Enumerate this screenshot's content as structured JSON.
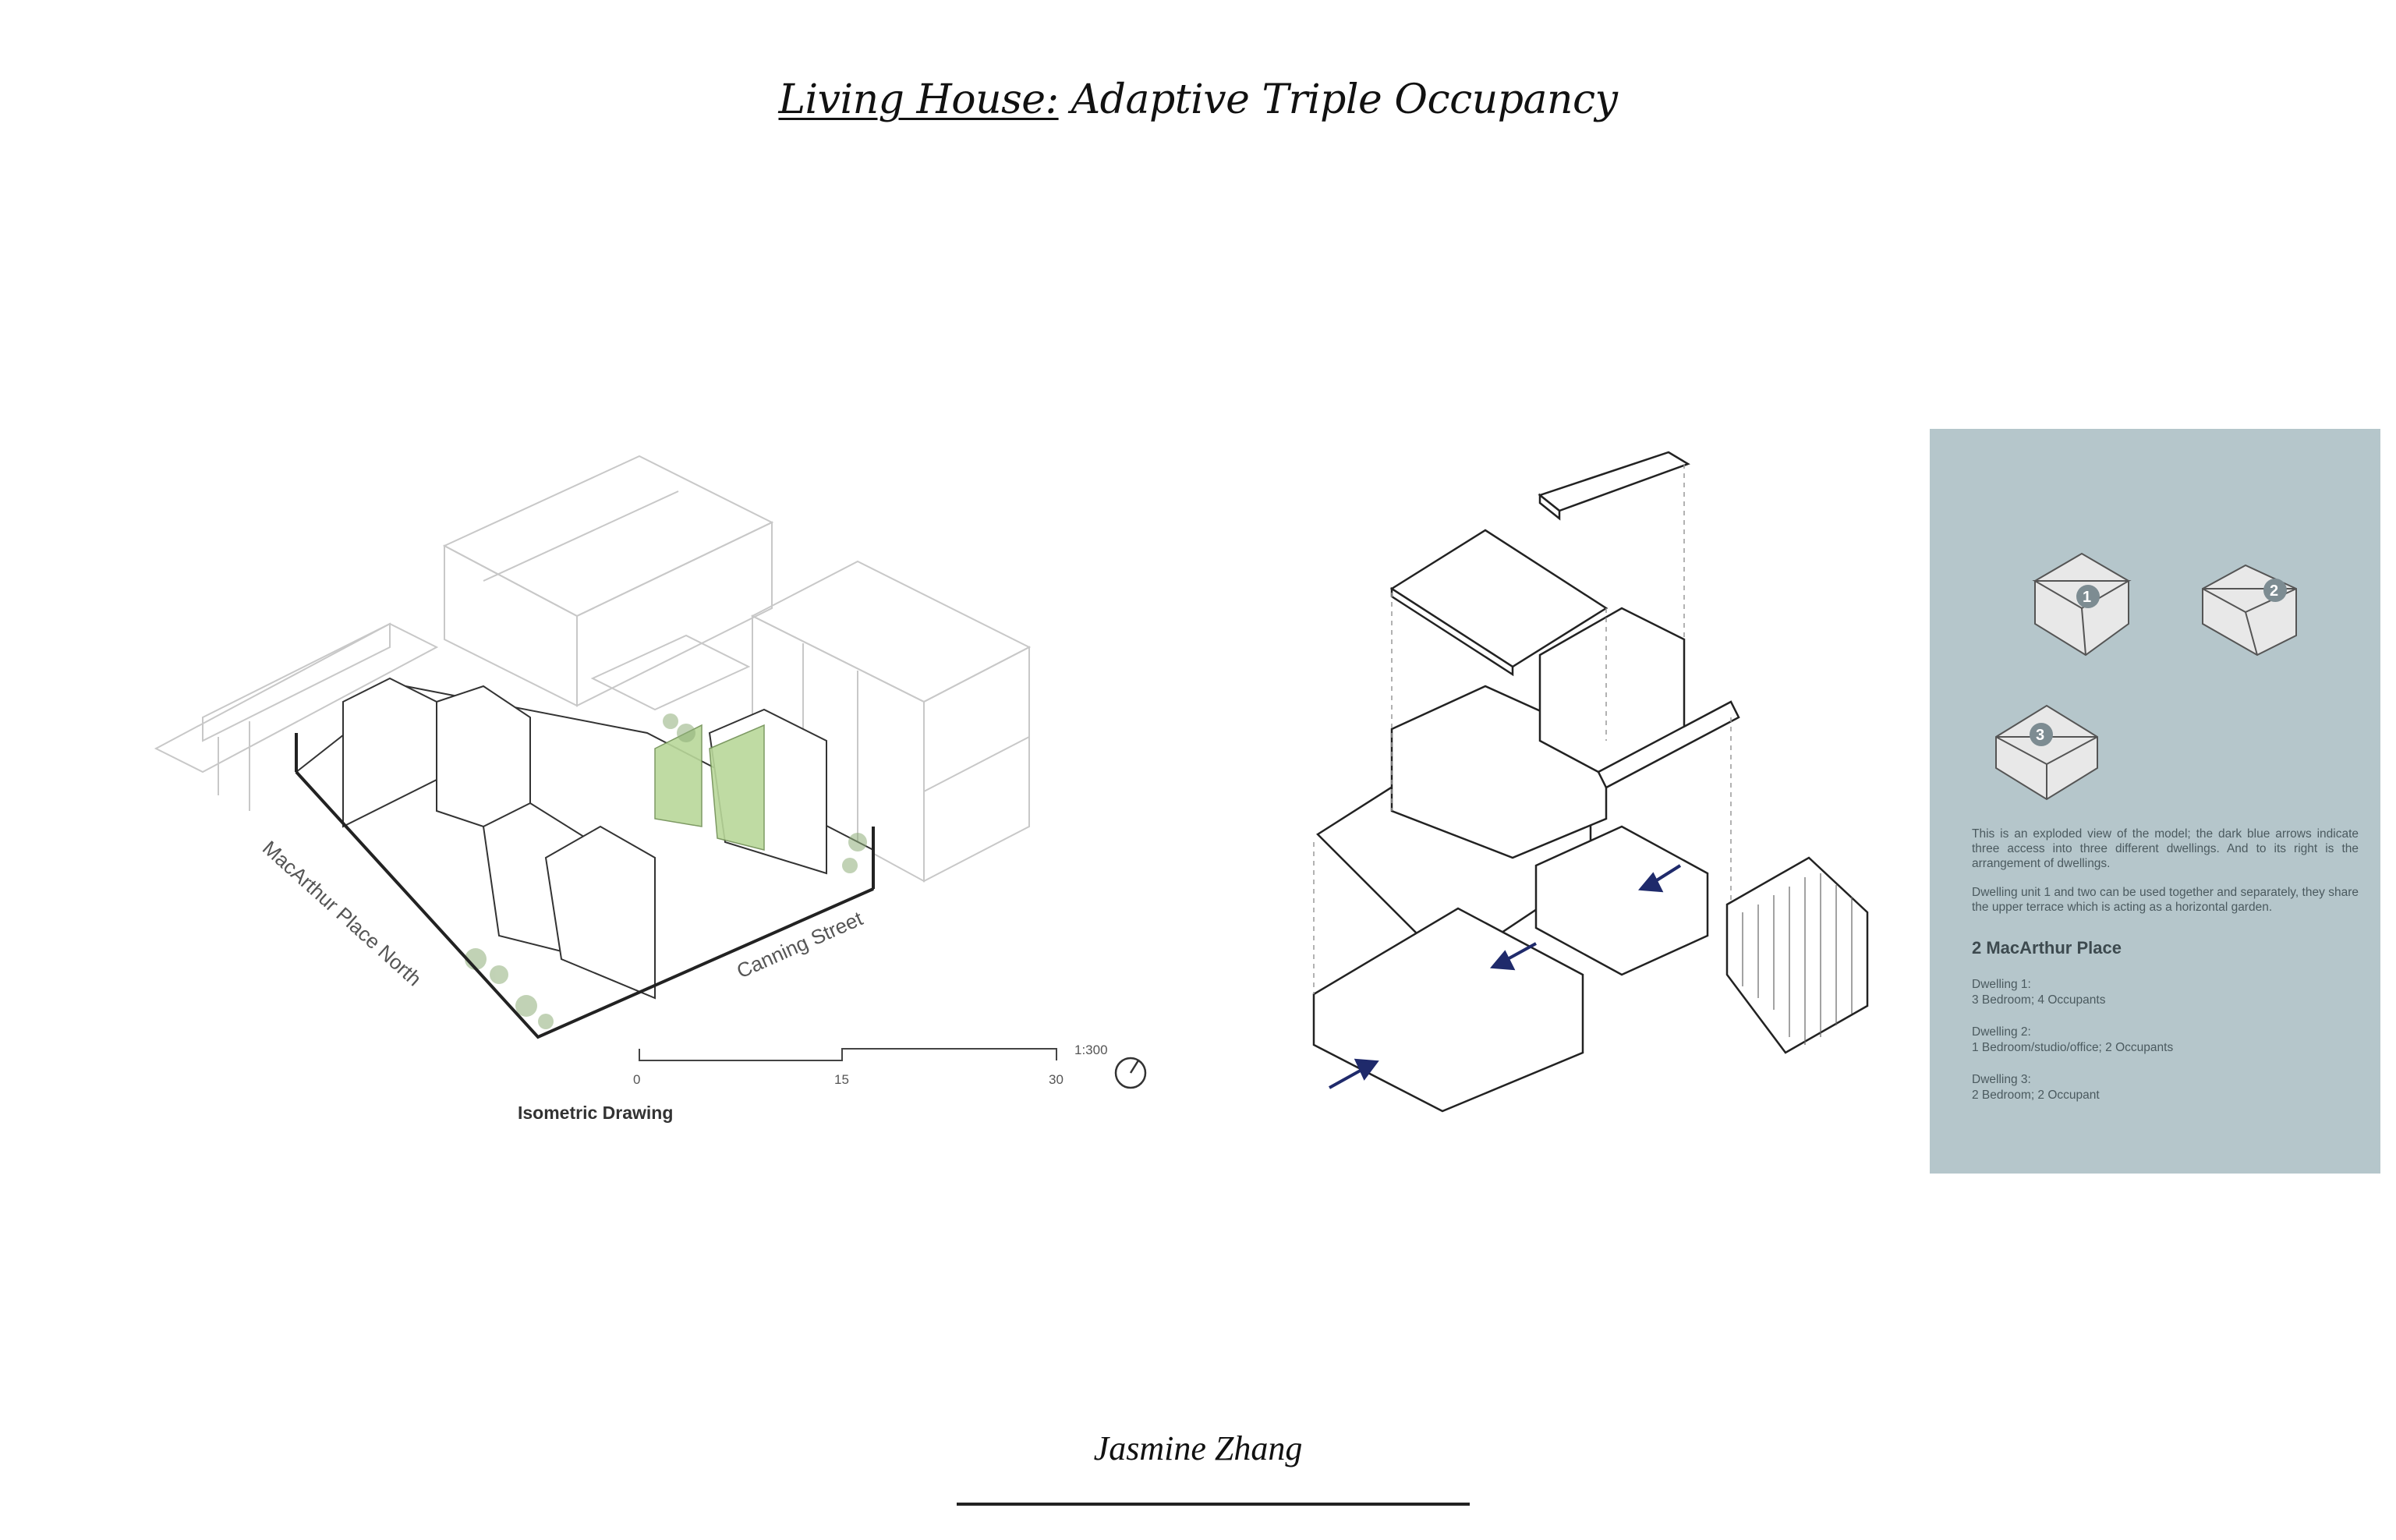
{
  "title": {
    "underlined": "Living House:",
    "rest": " Adaptive Triple Occupancy"
  },
  "author": "Jasmine Zhang",
  "isometric": {
    "caption": "Isometric Drawing",
    "streets": [
      "MacArthur Place North",
      "Canning Street"
    ],
    "scale": {
      "ratio": "1:300",
      "ticks": [
        "0",
        "15",
        "30"
      ]
    }
  },
  "panel": {
    "badges": [
      "1",
      "2",
      "3"
    ],
    "intro": "This is an exploded view of the model; the dark blue arrows indicate three access into three different dwellings. And to its right is the arrangement of dwellings.",
    "note": "Dwelling unit 1 and two can be used together and separately, they share the upper terrace which is acting as a horizontal garden.",
    "heading": "2 MacArthur Place",
    "dwellings": [
      {
        "name": "Dwelling 1:",
        "detail": "3 Bedroom; 4 Occupants"
      },
      {
        "name": "Dwelling 2:",
        "detail": "1 Bedroom/studio/office; 2 Occupants"
      },
      {
        "name": "Dwelling 3:",
        "detail": "2 Bedroom; 2 Occupant"
      }
    ]
  },
  "colors": {
    "panel_bg": "#b5c6cb",
    "arrow": "#1f2a6b",
    "greenery": "#b9d89a",
    "badge": "#7d8c92"
  }
}
